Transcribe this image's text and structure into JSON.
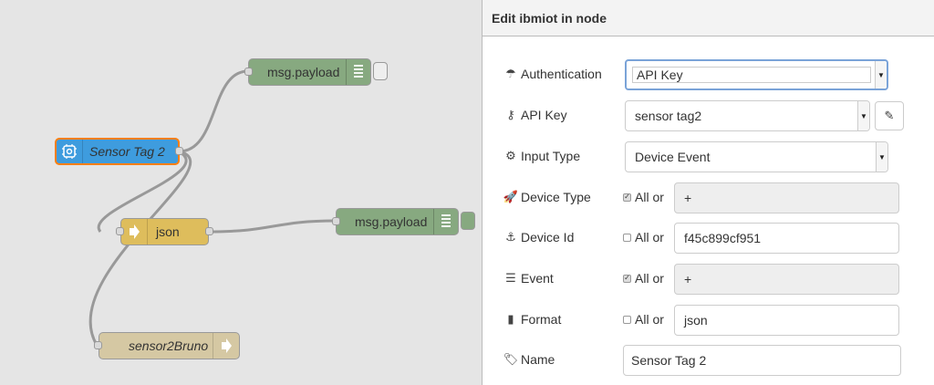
{
  "canvas": {
    "nodes": {
      "inject_sensor": {
        "label": "Sensor Tag 2",
        "color": "#3e9cde",
        "icon": "ibmiot-chip-icon"
      },
      "debug_top": {
        "label": "msg.payload",
        "color": "#87a980"
      },
      "json": {
        "label": "json",
        "color": "#debd5c"
      },
      "debug_mid": {
        "label": "msg.payload",
        "color": "#87a980"
      },
      "link_out": {
        "label": "sensor2Bruno",
        "color": "#d5c8a3"
      }
    }
  },
  "panel": {
    "title": "Edit ibmiot in node",
    "fields": {
      "authentication": {
        "label": "Authentication",
        "icon": "umbrella-icon",
        "value": "API Key"
      },
      "api_key": {
        "label": "API Key",
        "icon": "key-icon",
        "value": "sensor tag2",
        "edit_icon": "pencil-icon"
      },
      "input_type": {
        "label": "Input Type",
        "icon": "cogs-icon",
        "value": "Device Event"
      },
      "device_type": {
        "label": "Device Type",
        "icon": "rocket-icon",
        "all_label": "All or",
        "all_checked": true,
        "value": "+"
      },
      "device_id": {
        "label": "Device Id",
        "icon": "anchor-icon",
        "all_label": "All or",
        "all_checked": false,
        "value": "f45c899cf951"
      },
      "event": {
        "label": "Event",
        "icon": "tasks-icon",
        "all_label": "All or",
        "all_checked": true,
        "value": "+"
      },
      "format": {
        "label": "Format",
        "icon": "file-icon",
        "all_label": "All or",
        "all_checked": false,
        "value": "json"
      },
      "name": {
        "label": "Name",
        "icon": "tag-icon",
        "value": "Sensor Tag 2"
      }
    }
  }
}
